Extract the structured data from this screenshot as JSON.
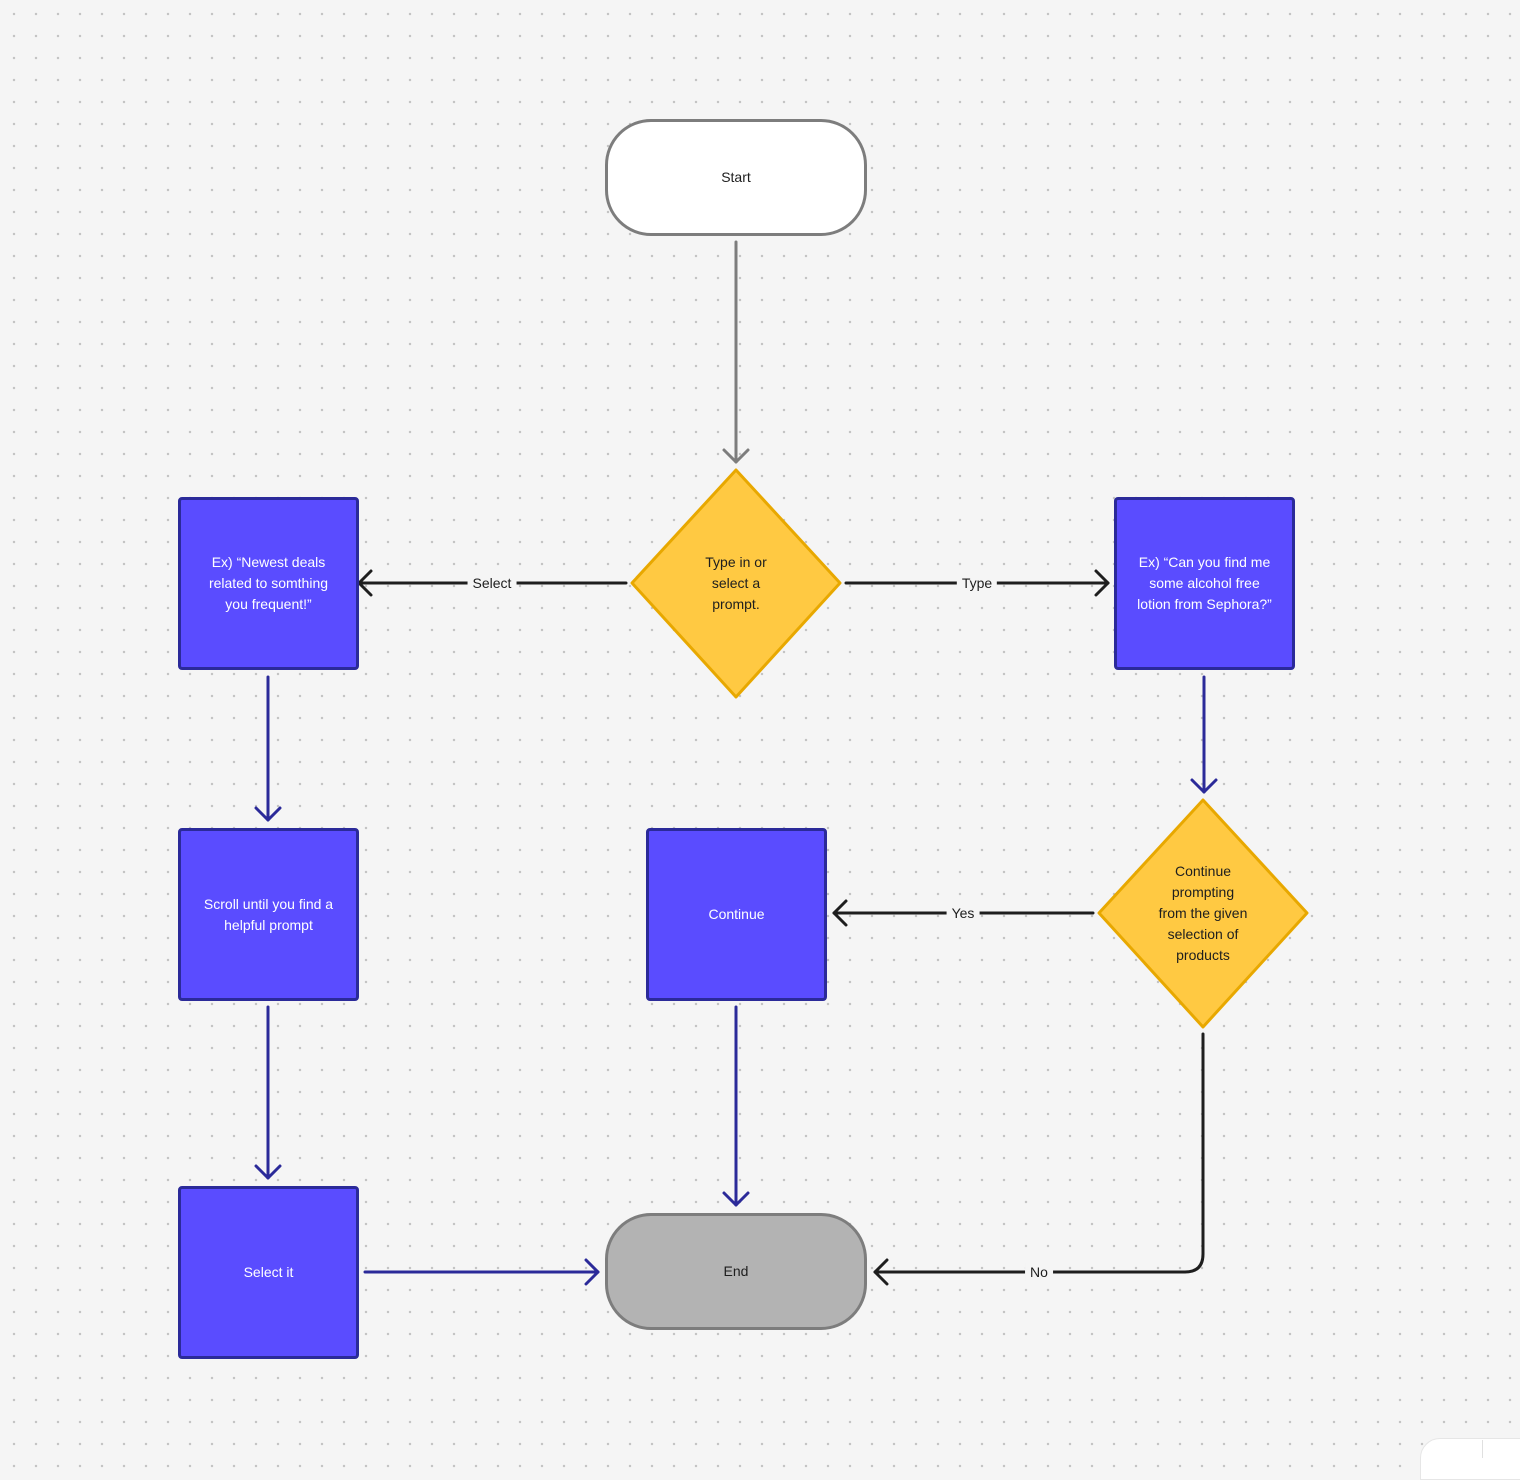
{
  "diagram": {
    "nodes": {
      "start": {
        "label": "Start",
        "shape": "terminal"
      },
      "decision_prompt": {
        "label": "Type in or\nselect a\nprompt.",
        "shape": "diamond",
        "color": "#ffc942"
      },
      "select_example": {
        "label": "Ex) “Newest deals\nrelated to somthing\nyou frequent!”",
        "shape": "box",
        "color": "#5a4cff"
      },
      "type_example": {
        "label": "Ex) “Can you find me\nsome alcohol free\nlotion from Sephora?”",
        "shape": "box",
        "color": "#5a4cff"
      },
      "scroll": {
        "label": "Scroll until you find a\nhelpful prompt",
        "shape": "box",
        "color": "#5a4cff"
      },
      "continue_box": {
        "label": "Continue",
        "shape": "box",
        "color": "#5a4cff"
      },
      "decision_continue": {
        "label": "Continue\nprompting\nfrom the given\nselection of\nproducts",
        "shape": "diamond",
        "color": "#ffc942"
      },
      "select_it": {
        "label": "Select it",
        "shape": "box",
        "color": "#5a4cff"
      },
      "end": {
        "label": "End",
        "shape": "terminal"
      }
    },
    "edges": {
      "select": {
        "from": "decision_prompt",
        "to": "select_example",
        "label": "Select"
      },
      "type": {
        "from": "decision_prompt",
        "to": "type_example",
        "label": "Type"
      },
      "yes": {
        "from": "decision_continue",
        "to": "continue_box",
        "label": "Yes"
      },
      "no": {
        "from": "decision_continue",
        "to": "end",
        "label": "No"
      }
    },
    "colors": {
      "box_fill": "#5a4cff",
      "box_border": "#2b2a99",
      "diamond_fill": "#ffc942",
      "diamond_border": "#e8a800",
      "start_fill": "#ffffff",
      "end_fill": "#b3b3b3",
      "canvas": "#f5f5f5"
    }
  }
}
